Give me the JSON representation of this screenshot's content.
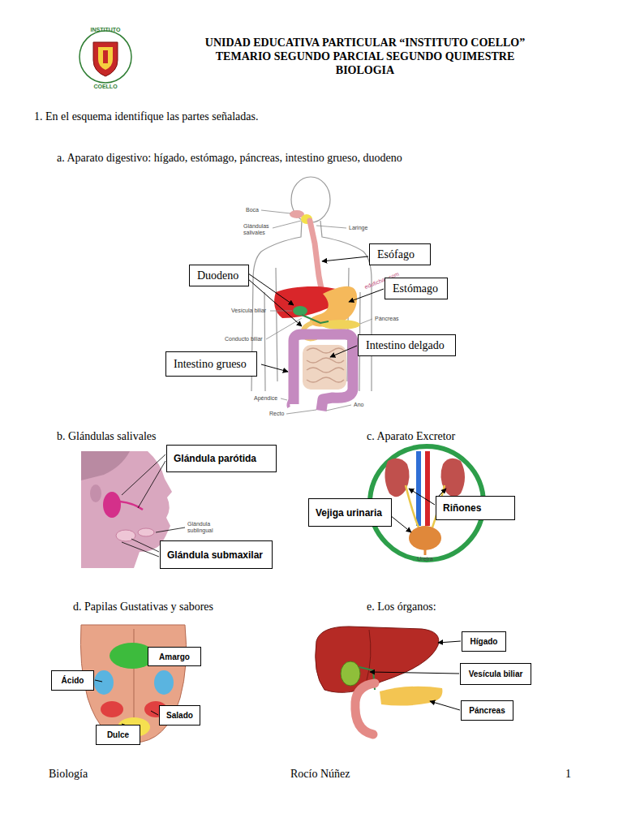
{
  "diagram": {
    "title": "UNIDAD EDUCATIVA PARTICULAR “INSTITUTO COELLO”",
    "nodes": [
      {
        "text": [
          "Esófago"
        ]
      },
      {
        "text": [
          "Duodeno"
        ]
      },
      {
        "text": [
          "Estómago"
        ]
      },
      {
        "text": [
          "Intestino delgado"
        ]
      },
      {
        "text": [
          "Intestino grueso"
        ]
      },
      {
        "text": [
          "Glándula parótida"
        ]
      },
      {
        "text": [
          "Vejiga urinaria"
        ]
      },
      {
        "text": [
          "Riñones"
        ]
      },
      {
        "text": [
          "Glándula submaxilar"
        ]
      },
      {
        "text": [
          "Amargo"
        ]
      },
      {
        "text": [
          "Hígado"
        ]
      },
      {
        "text": [
          "Ácido"
        ]
      },
      {
        "text": [
          "Vesícula biliar"
        ]
      },
      {
        "text": [
          "Salado"
        ]
      },
      {
        "text": [
          "Páncreas"
        ]
      },
      {
        "text": [
          "Dulce"
        ]
      }
    ],
    "labels": [
      "INSTITUTO",
      "COELLO",
      "TEMARIO SEGUNDO PARCIAL SEGUNDO QUIMESTRE",
      "BIOLOGIA",
      "1. En el esquema identifique las partes señaladas.",
      "a. Aparato digestivo: hígado, estómago, páncreas, intestino grueso, duodeno",
      "Boca",
      "Laringe",
      "Glándulas salivales",
      "edufichas.com",
      "Vesícula biliar",
      "Páncreas",
      "Conducto biliar",
      "Apéndice",
      "Ano",
      "Recto",
      "b. Glándulas salivales",
      "c. Aparato Excretor",
      "Glándula sublingual",
      "Uretra",
      "d. Papilas Gustativas y sabores",
      "e. Los órganos:",
      "Biología",
      "Rocío Núñez",
      "1"
    ]
  }
}
